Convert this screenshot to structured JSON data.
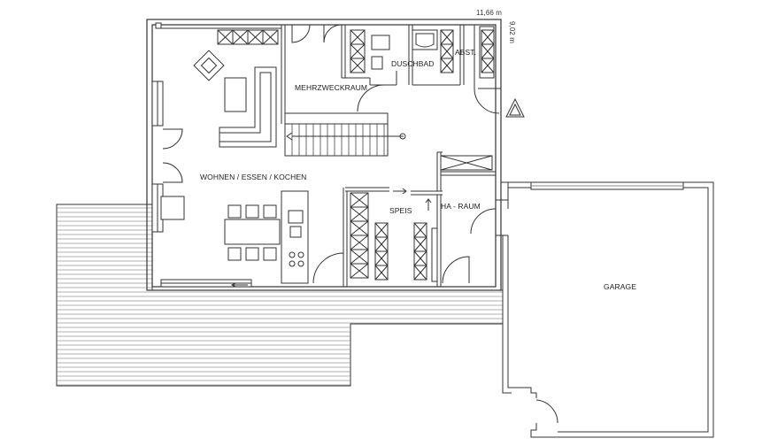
{
  "plan": {
    "rooms": {
      "living": "WOHNEN / ESSEN / KOCHEN",
      "multipurpose": "MEHRZWECKRAUM",
      "shower": "DUSCHBAD",
      "closet": "ABST.",
      "pantry": "SPEIS",
      "utility": "HA - RAUM",
      "garage": "GARAGE"
    },
    "dimensions": {
      "width": "11,66 m",
      "depth": "9,02 m"
    }
  }
}
